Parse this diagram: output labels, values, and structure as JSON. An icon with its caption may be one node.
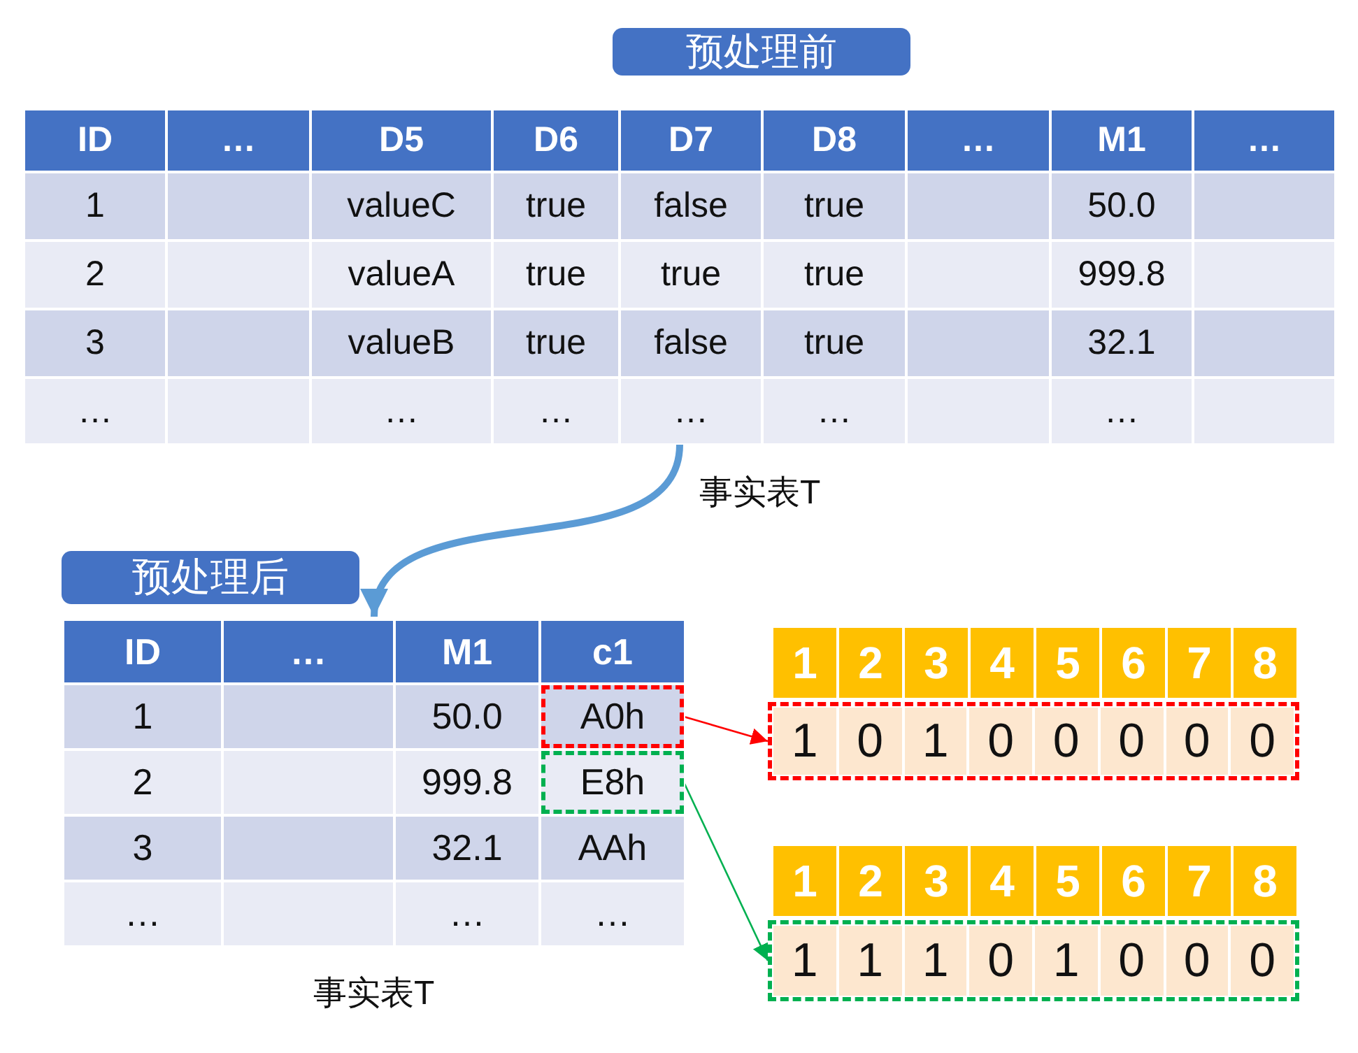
{
  "diagram": {
    "nodes": [
      {
        "text": [
          "预处理前"
        ]
      },
      {
        "text": [
          "ID",
          "…",
          "D5",
          "D6",
          "D7",
          "D8",
          "…",
          "M1",
          "…",
          "1",
          "valueC",
          "true",
          "false",
          "true",
          "50.0",
          "2",
          "valueA",
          "true",
          "true",
          "true",
          "999.8",
          "3",
          "valueB",
          "true",
          "false",
          "true",
          "32.1",
          "…",
          "…",
          "…",
          "…",
          "…",
          "…"
        ],
        "beside": [
          "事实表T"
        ]
      },
      {
        "text": [
          "预处理后"
        ]
      },
      {
        "text": [
          "ID",
          "…",
          "M1",
          "c1",
          "1",
          "50.0",
          "2",
          "999.8",
          "3",
          "32.1",
          "AAh",
          "…",
          "…",
          "…"
        ],
        "beside": [
          "事实表T"
        ]
      },
      {
        "text": [
          "A0h"
        ],
        "in": 3
      },
      {
        "text": [
          "E8h"
        ],
        "in": 3
      },
      {
        "text": [
          "1",
          "2",
          "3",
          "4",
          "5",
          "6",
          "7",
          "8"
        ]
      },
      {
        "text": [
          "1",
          "0",
          "1",
          "0",
          "0",
          "0",
          "0",
          "0"
        ]
      },
      {
        "text": [
          "1",
          "2",
          "3",
          "4",
          "5",
          "6",
          "7",
          "8"
        ]
      },
      {
        "text": [
          "1",
          "1",
          "1",
          "0",
          "1",
          "0",
          "0",
          "0"
        ]
      }
    ],
    "edges": [
      {
        "from": 1,
        "to": 3,
        "arrow": "to",
        "style": "thick",
        "color": "#5b9bd5"
      },
      {
        "from": 4,
        "to": 7,
        "arrow": "to",
        "color": "#ff0000"
      },
      {
        "from": 5,
        "to": 9,
        "arrow": "to",
        "color": "#00b050"
      }
    ]
  }
}
